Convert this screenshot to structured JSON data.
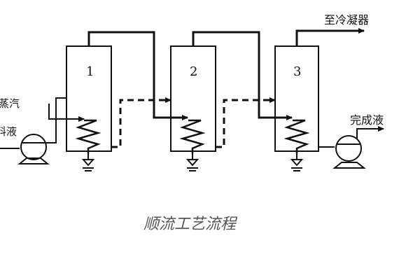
{
  "labels": {
    "steam_in": "蒸汽",
    "feed_in": "料液",
    "to_condenser": "至冷凝器",
    "product_out": "完成液",
    "caption": "顺流工艺流程"
  },
  "effects": [
    {
      "number": "1"
    },
    {
      "number": "2"
    },
    {
      "number": "3"
    }
  ]
}
